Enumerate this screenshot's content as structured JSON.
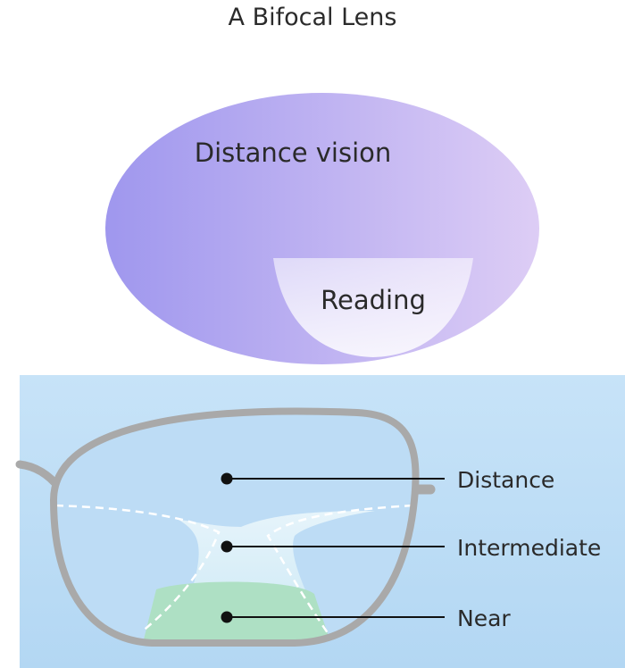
{
  "title": "A Bifocal Lens",
  "bifocal": {
    "distance_label": "Distance vision",
    "reading_label": "Reading"
  },
  "progressive": {
    "labels": [
      "Distance",
      "Intermediate",
      "Near"
    ]
  },
  "colors": {
    "lens_left": "#9f97ee",
    "lens_right": "#ddcdf5",
    "reading_segment": "#f3eafb",
    "panel_bg": "#b7d9f4",
    "frame": "#a9a9a9",
    "corridor": "#d3ecf8",
    "near_zone": "#aee0c4",
    "leader": "#111111"
  }
}
